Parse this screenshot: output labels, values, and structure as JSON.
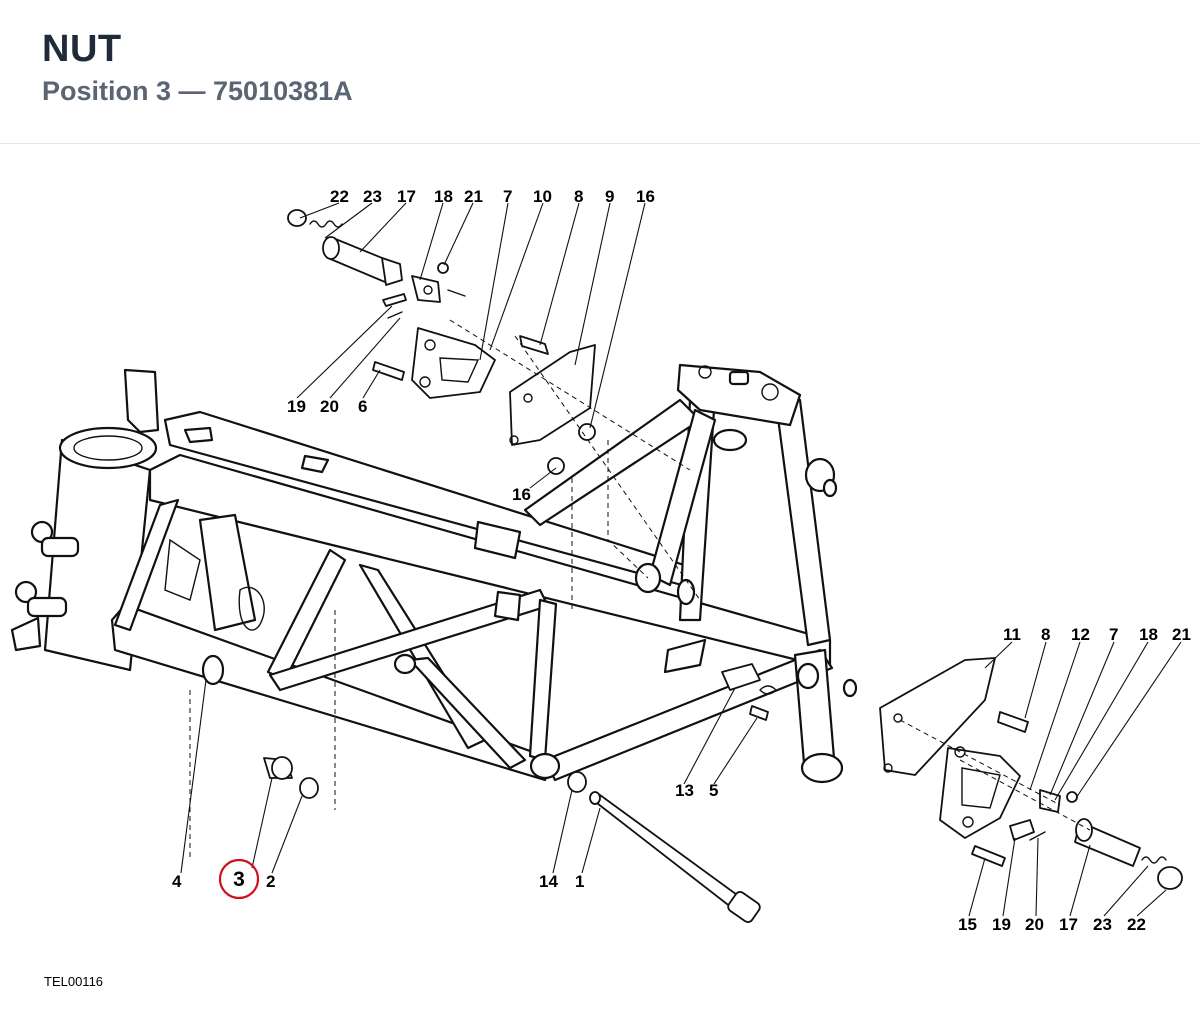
{
  "header": {
    "title": "NUT",
    "subtitle": "Position 3 — 75010381A"
  },
  "diagram": {
    "reference_code": "TEL00116",
    "selected_position": "3",
    "callouts": {
      "top_row": [
        "22",
        "23",
        "17",
        "18",
        "21",
        "7",
        "10",
        "8",
        "9",
        "16"
      ],
      "top_left_row": [
        "19",
        "20",
        "6"
      ],
      "mid_16": "16",
      "right_top_row": [
        "11",
        "8",
        "12",
        "7",
        "18",
        "21"
      ],
      "center_row": [
        "13",
        "5"
      ],
      "bottom_left": [
        "4",
        "3",
        "2"
      ],
      "bottom_center": [
        "14",
        "1"
      ],
      "bottom_right": [
        "15",
        "19",
        "20",
        "17",
        "23",
        "22"
      ]
    }
  }
}
